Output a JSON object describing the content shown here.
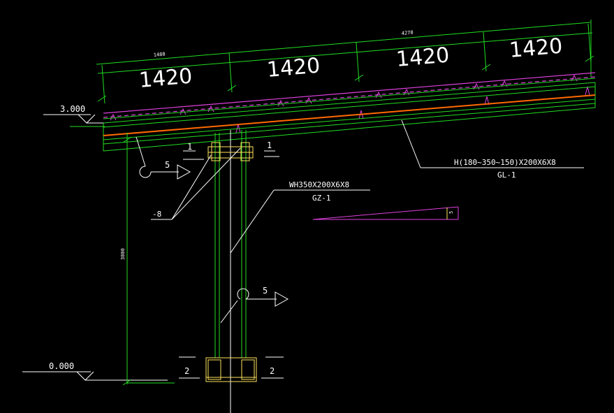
{
  "colors": {
    "background": "#000000",
    "structure": "#22dd22",
    "purlin": "#e040e0",
    "slope": "#ff6a00",
    "plate": "#ffe35a",
    "annotation": "#ffffff"
  },
  "dimensions": {
    "total": "4270",
    "first_small": "1480",
    "spans": [
      "1420",
      "1420",
      "1420",
      "1420"
    ],
    "column_height": "3800"
  },
  "elevations": {
    "top": "3.000",
    "ground": "0.000"
  },
  "beam": {
    "section": "H(180~350~150)X200X6X8",
    "mark": "GL-1"
  },
  "column": {
    "section": "WH350X200X6X8",
    "mark": "GZ-1"
  },
  "plate_label": "-8",
  "sections": {
    "cut_1": "1",
    "cut_2": "2",
    "detail_5": "5"
  },
  "slope_note": "5"
}
